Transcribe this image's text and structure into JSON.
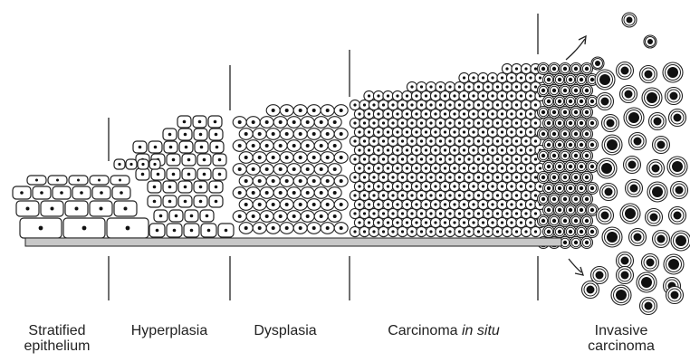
{
  "stages": [
    {
      "id": "stratified",
      "line1": "Stratified",
      "line2": "epithelium"
    },
    {
      "id": "hyperplasia",
      "line1": "Hyperplasia"
    },
    {
      "id": "dysplasia",
      "line1": "Dysplasia"
    },
    {
      "id": "cis",
      "line1": "Carcinoma ",
      "line1_italic": "in situ"
    },
    {
      "id": "invasive",
      "line1": "Invasive",
      "line2": "carcinoma"
    }
  ],
  "colors": {
    "outline": "#222222",
    "basement_membrane": "#c8c8c8",
    "nucleus": "#111111",
    "text": "#222222"
  }
}
